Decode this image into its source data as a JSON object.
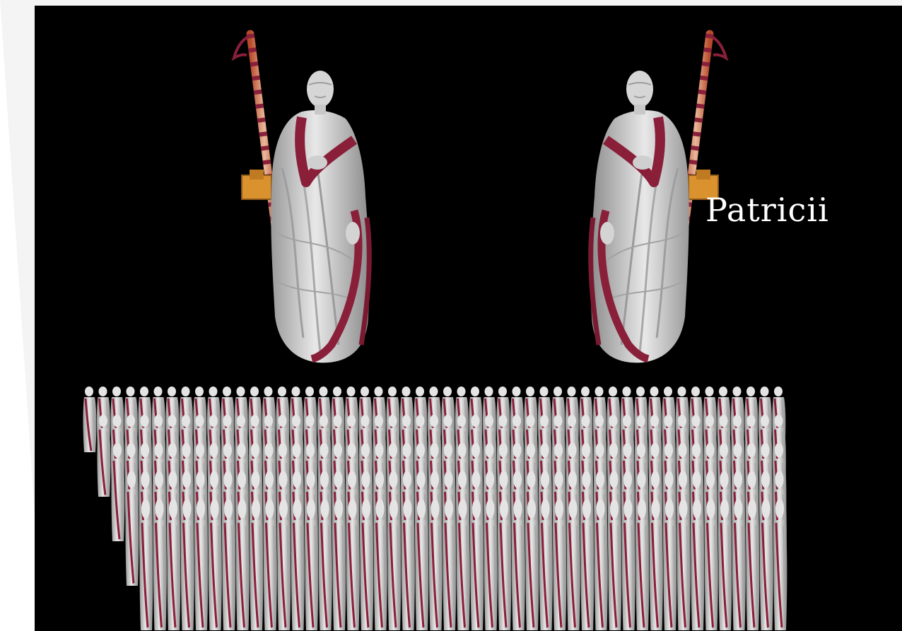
{
  "slide": {
    "title": "Patricii",
    "background_color": "#000000",
    "text_color": "#ffffff"
  },
  "illustration": {
    "large_statues": 2,
    "crowd_rows": 5,
    "crowd_columns": 51,
    "marble_color": "#d9d9d9",
    "toga_stripe_color": "#8a1f3a",
    "staff_color": "#c8623a",
    "plaque_color": "#d9922e"
  }
}
